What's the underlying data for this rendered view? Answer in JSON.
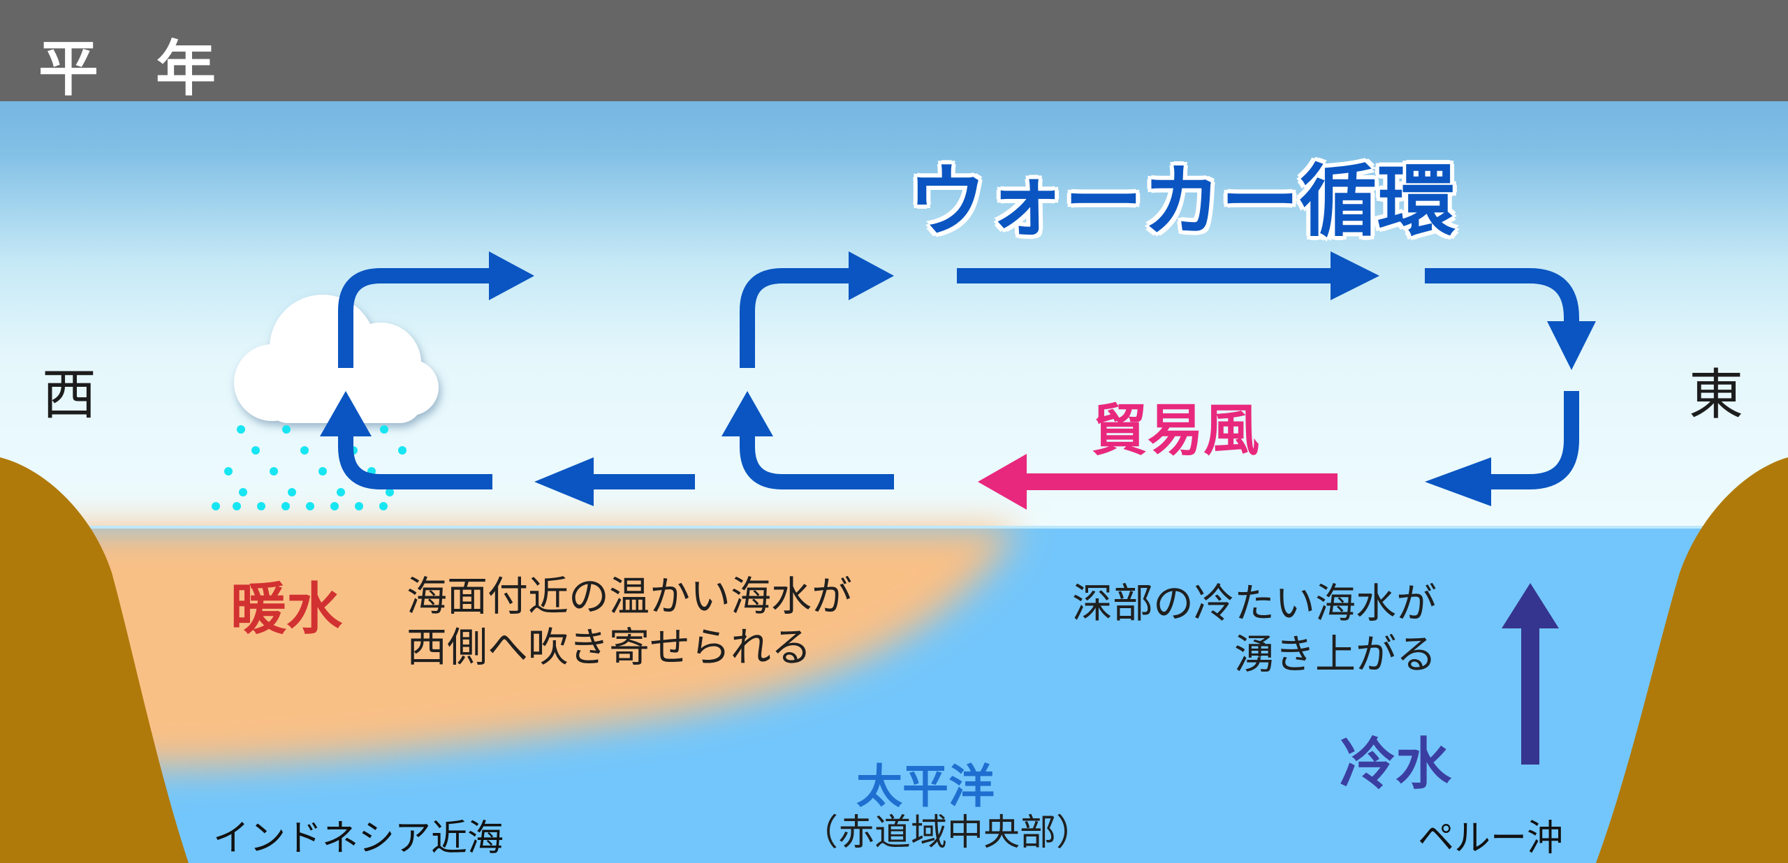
{
  "header": {
    "title": "平 年"
  },
  "diagram": {
    "circulation_title": "ウォーカー循環",
    "west_label": "西",
    "east_label": "東",
    "trade_wind_label": "貿易風",
    "warm_water_label": "暖水",
    "warm_water_desc": [
      "海面付近の温かい海水が",
      "西側へ吹き寄せられる"
    ],
    "cold_water_label": "冷水",
    "cold_water_desc": [
      "深部の冷たい海水が",
      "湧き上がる"
    ],
    "ocean_label": "太平洋",
    "ocean_sublabel": "（赤道域中央部）",
    "west_place": "インドネシア近海",
    "east_place": "ペルー沖"
  },
  "colors": {
    "header_bg": "#666666",
    "circulation_arrow": "#0a55c1",
    "trade_wind_arrow": "#e8287d",
    "warm_water": "#f9c086",
    "cold_water": "#73c6fb",
    "land": "#b07a0a",
    "upwelling_arrow": "#35358f",
    "rain": "#18e5f2"
  },
  "icons": [
    "cloud-icon",
    "rain-icon"
  ]
}
